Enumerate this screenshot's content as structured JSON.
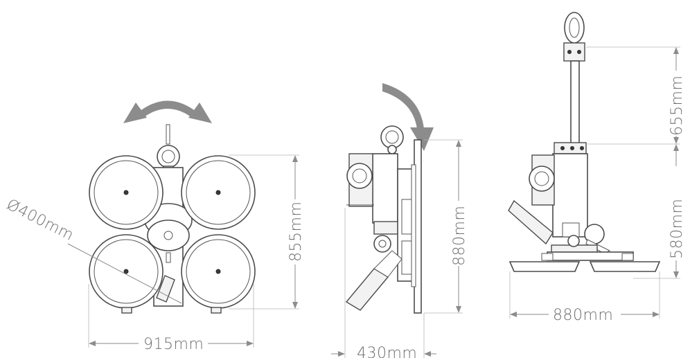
{
  "dimensions": {
    "front_width": "915mm",
    "front_height": "855mm",
    "pad_diameter": "Ø400mm",
    "side_depth": "430mm",
    "side_height": "880mm",
    "rear_width": "880mm",
    "rear_upper_height": "655mm",
    "rear_lower_height": "580mm"
  },
  "colors": {
    "line": "#4a4a4a",
    "dimension_text": "#6e6e6e",
    "rotation_arrow": "#8c8c8c"
  },
  "icons": {
    "rotate_arrow_front": "double-headed-curved-arrow-icon",
    "tilt_arrow_side": "curved-down-arrow-icon"
  }
}
